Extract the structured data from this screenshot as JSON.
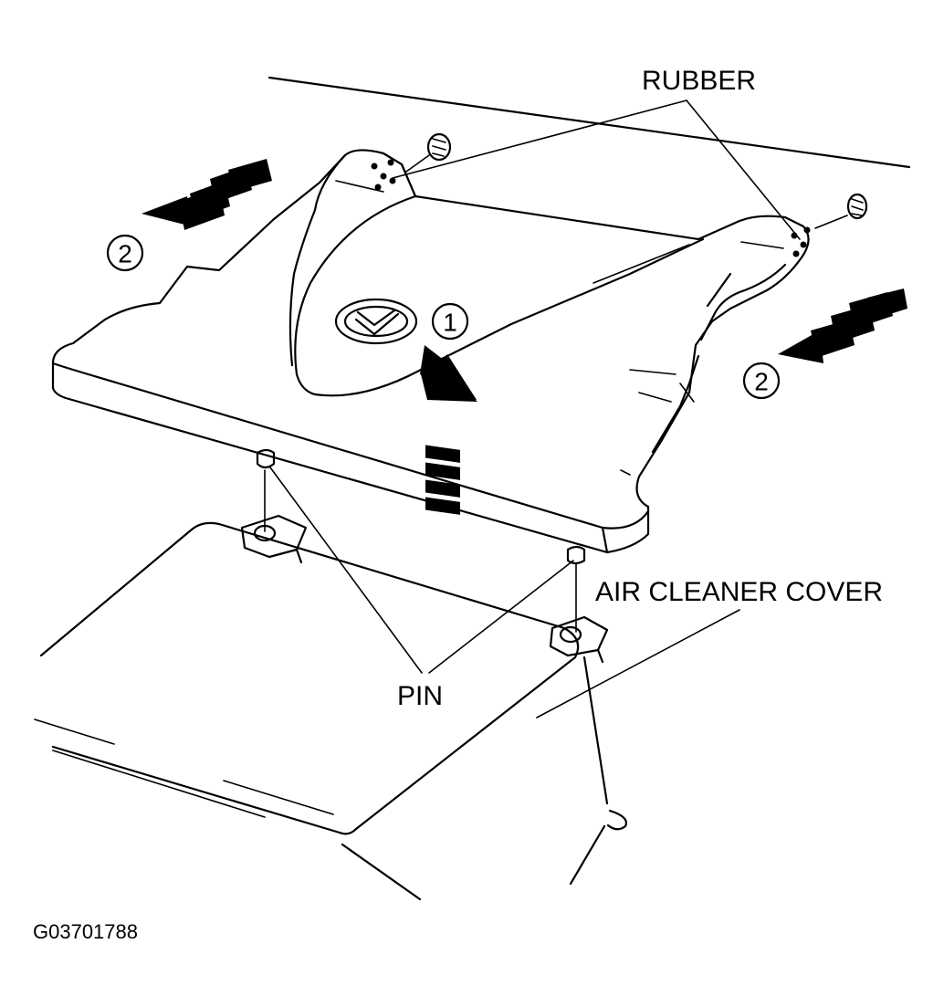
{
  "labels": {
    "rubber": "RUBBER",
    "pin": "PIN",
    "air_cleaner_cover": "AIR CLEANER COVER",
    "figure_code": "G03701788"
  },
  "steps": {
    "lift": "1",
    "pull_left": "2",
    "pull_right": "2"
  },
  "colors": {
    "ink": "#000000",
    "paper": "#ffffff"
  },
  "icons": {
    "brand_emblem": "emblem-icon",
    "direction_arrows": "arrow-icon"
  }
}
